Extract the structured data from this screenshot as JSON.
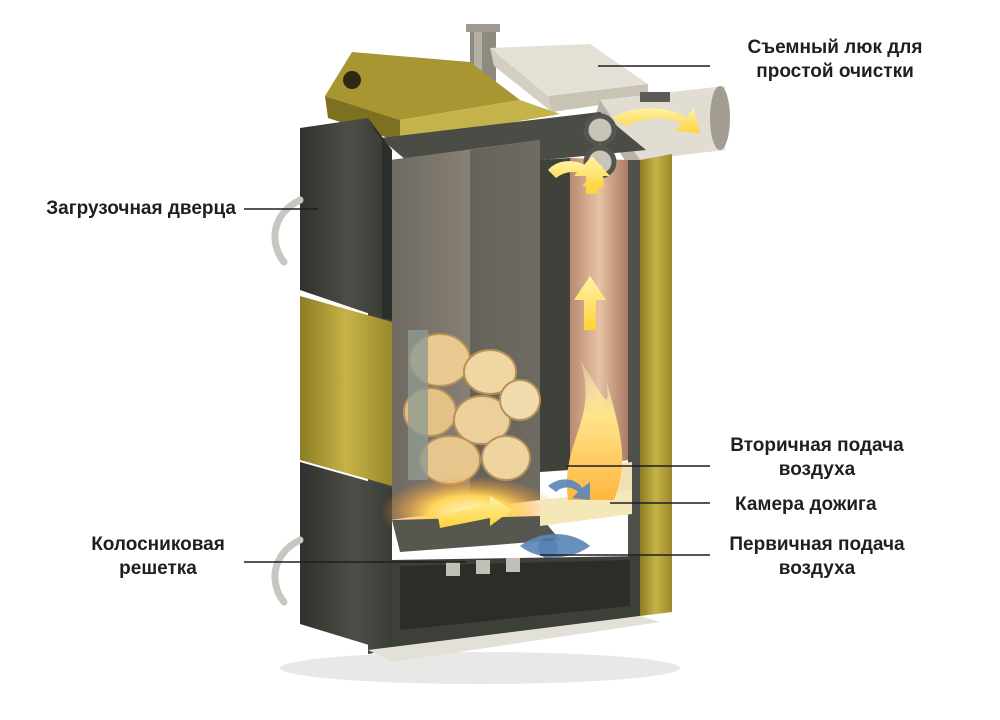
{
  "diagram": {
    "labels": {
      "cleaning_hatch": [
        "Съемный люк для",
        "простой очистки"
      ],
      "loading_door": [
        "Загрузочная дверца"
      ],
      "secondary_air": [
        "Вторичная подача",
        "воздуха"
      ],
      "afterburn_chamber": [
        "Камера дожига"
      ],
      "grate": [
        "Колосниковая",
        "решетка"
      ],
      "primary_air": [
        "Первичная подача",
        "воздуха"
      ]
    },
    "colors": {
      "steel_dark": "#3a3c37",
      "steel_mid": "#55574f",
      "insulation_gold": "#b5a23a",
      "chamber_lining": "#8a8378",
      "flame_yellow": "#ffd65a",
      "flame_orange": "#ff9a2e",
      "air_blue": "#5c87b8",
      "firewood": "#e9c98f",
      "lid_stone": "#e4e0d6",
      "leader_line": "#1d1f22"
    }
  }
}
